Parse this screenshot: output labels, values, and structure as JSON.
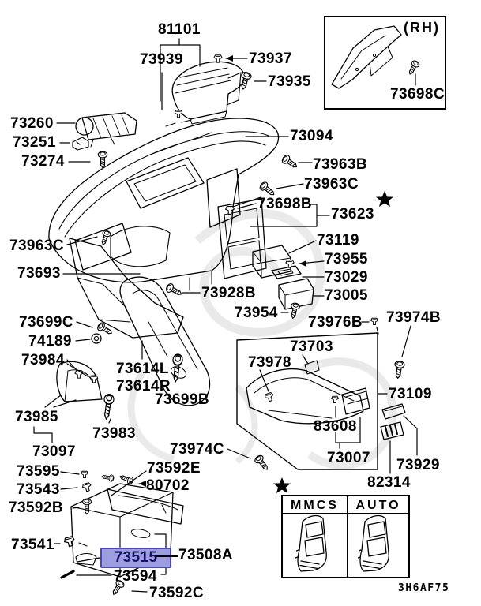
{
  "colors": {
    "highlight_bg": "#9d9ddf",
    "highlight_border": "#4949b8",
    "highlight_text": "#14146a",
    "line_color": "#000000",
    "watermark": "#d8d8d8"
  },
  "rh_box": {
    "corner_label": "(RH)",
    "part": "73698C"
  },
  "highlight": {
    "part": "73515"
  },
  "variant_table": {
    "headers": [
      "MMCS",
      "AUTO"
    ]
  },
  "diagram_code": "3H6AF75",
  "parts": {
    "81101": "81101",
    "73939": "73939",
    "73937": "73937",
    "73935": "73935",
    "73260": "73260",
    "73251": "73251",
    "73274": "73274",
    "73094": "73094",
    "73963B": "73963B",
    "73963C": "73963C",
    "73698B": "73698B",
    "73623": "73623",
    "73119": "73119",
    "73955": "73955",
    "73029": "73029",
    "73005": "73005",
    "73693": "73693",
    "73928B": "73928B",
    "73954": "73954",
    "73976B": "73976B",
    "73974B": "73974B",
    "73699C": "73699C",
    "74189": "74189",
    "73984": "73984",
    "73614L": "73614L",
    "73614R": "73614R",
    "73699B": "73699B",
    "73985": "73985",
    "73983": "73983",
    "73097": "73097",
    "73974C": "73974C",
    "73595": "73595",
    "73592E": "73592E",
    "80702": "80702",
    "73543": "73543",
    "73592B": "73592B",
    "73541": "73541",
    "73508A": "73508A",
    "73594": "73594",
    "73592C": "73592C",
    "73703": "73703",
    "73978": "73978",
    "73109": "73109",
    "83608": "83608",
    "73007": "73007",
    "73929": "73929",
    "82314": "82314"
  }
}
